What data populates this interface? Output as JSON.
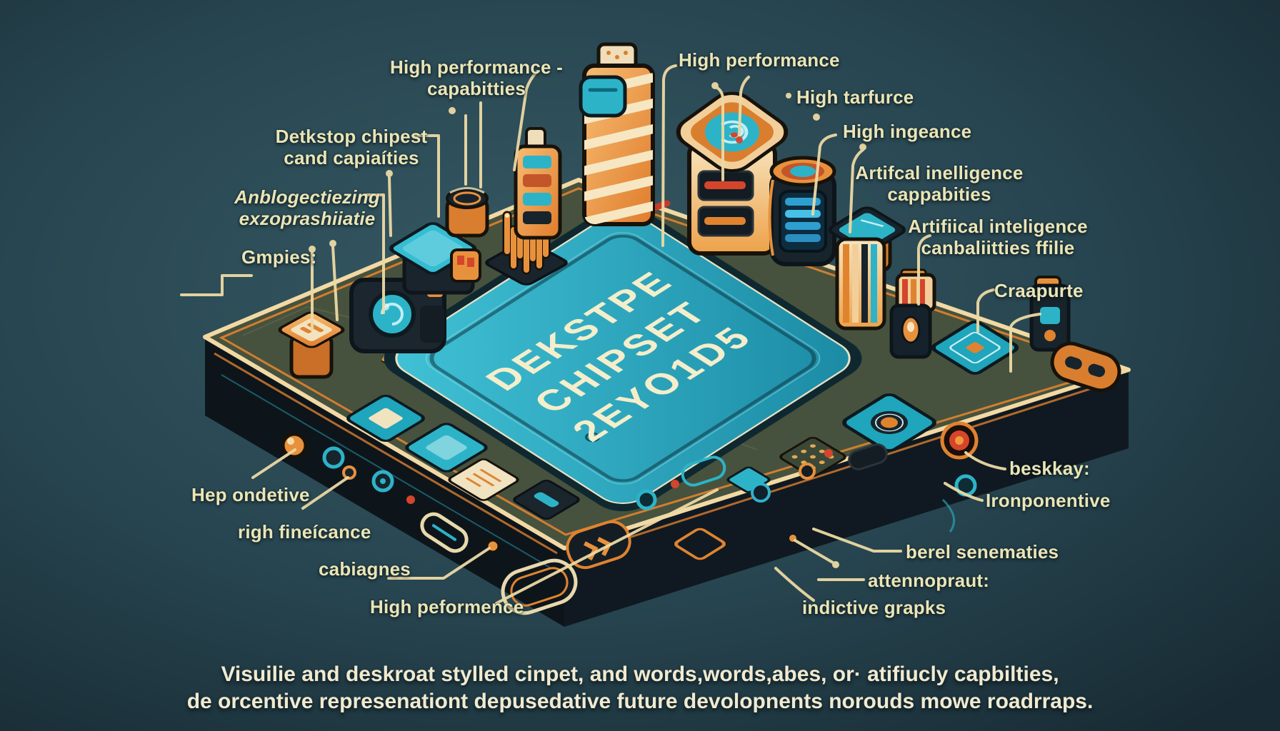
{
  "chip": {
    "line1": "DEKSTPE",
    "line2": "CHIPSET",
    "line3": "2EYO1D5"
  },
  "callouts": {
    "high_performance_caps": "High performance -\ncapabitties",
    "detkstop_chipest": "Detkstop chipest\ncand capiaíties",
    "anblogectiezing": "Anblogectiezing\nexzoprashiiatie",
    "gmpies": "Gmpies:",
    "high_performance": "High performance",
    "high_tarfurce": "High tarfurce",
    "high_ingeance": "High ingeance",
    "artifcal_inelligence": "Artifcal inelligence\ncappabities",
    "artifiical_inteligence": "Artifiical inteligence\ncanbaliitties ffilie",
    "craapurte": "Craapurte",
    "hep_ondetive": "Hep ondetive",
    "righ_fineicance": "righ fineícance",
    "cabiagnes": "cabiagnes",
    "high_peformence": "High peformence",
    "beskkay": "beskkay:",
    "ironponentive": "Ironponentive",
    "berel_senematies": "berel senematies",
    "attennopraut": "attennopraut:",
    "indictive_grapks": "indictive grapks"
  },
  "caption": {
    "line1": "Visuilie  and deskroat stylled cinpet, and words,words,abes, or· atifiucly capbilties,",
    "line2": "de orcentive represenationt depusedative future devolopnents  norouds mowe roadrraps."
  },
  "colors": {
    "background_teal": "#2b4a54",
    "board_olive": "#46523e",
    "rim_cream": "#f2d9a4",
    "accent_orange": "#e0832f",
    "chip_teal": "#2aa7bd",
    "label_cream": "#eae5b6",
    "callout_line": "#ecd9a4",
    "status_red": "#d4452c"
  }
}
